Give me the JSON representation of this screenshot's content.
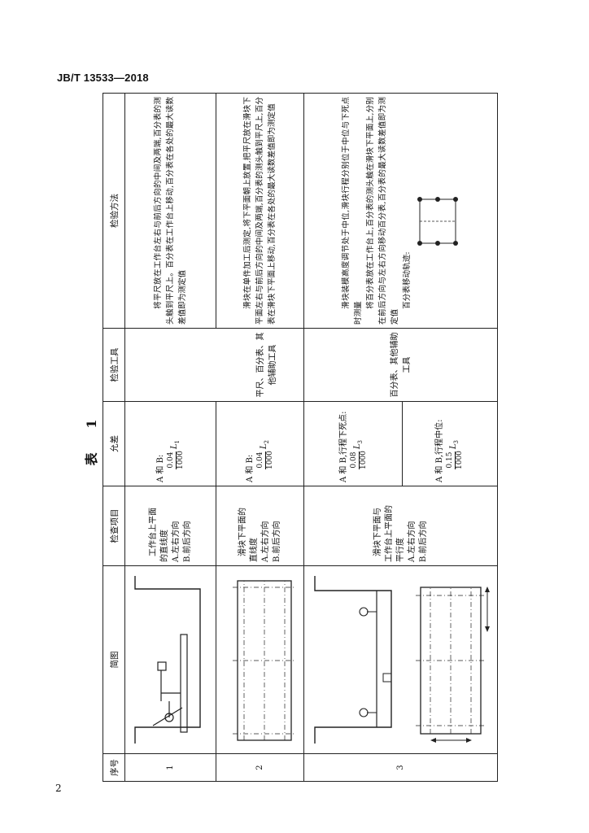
{
  "header": {
    "doc_id": "JB/T 13533—2018"
  },
  "page_number": "2",
  "table": {
    "title": "表  1",
    "columns": [
      "序号",
      "简图",
      "检查项目",
      "允差",
      "检验工具",
      "检验方法"
    ],
    "rows": [
      {
        "no": "1",
        "item": [
          "工作台上平面",
          "的直线度",
          "A.左右方向",
          "B.前后方向"
        ],
        "tolerance": {
          "lead": "A 和 B:",
          "num": "0.04",
          "den": "1000",
          "L": "L",
          "sub": "1"
        },
        "tools": "平尺、百分表、其他辅助工具",
        "method": [
          "将平尺放在工作台左右与前后方向的中间及两端,百分表的测头触到平尺上。百分表在工作台上移动,百分表在各处的最大读数差值即为测定值"
        ]
      },
      {
        "no": "2",
        "item": [
          "滑块下平面的",
          "直线度",
          "A.左右方向",
          "B.前后方向"
        ],
        "tolerance": {
          "lead": "A 和 B:",
          "num": "0.04",
          "den": "1000",
          "L": "L",
          "sub": "2"
        },
        "method": [
          "滑块在单件加工后测定,将下平面朝上放置,把平尺放在滑块下平面左右与前后方向的中间及两端,百分表的测头触到平尺上,百分表在滑块下平面上移动,百分表在各处的最大读数差值即为测定值"
        ]
      },
      {
        "no": "3",
        "item": [
          "滑块下平面与",
          "工作台上平面的",
          "平行度",
          "A.左右方向",
          "B.前后方向"
        ],
        "tolerance_a": {
          "lead": "A 和 B,行程下死点:",
          "num": "0.08",
          "den": "1000",
          "L": "L",
          "sub": "3"
        },
        "tolerance_b": {
          "lead": "A 和 B,行程中位:",
          "num": "0.15",
          "den": "1000",
          "L": "L",
          "sub": "3"
        },
        "tools": "百分表、其他辅助工具",
        "method": [
          "滑块装模高度调节处于中位,滑块行程分别位于中位与下死点时测量",
          "将百分表放在工作台上,百分表的测头触在滑块下平面上,分别在前后方向与左右方向移动百分表,百分表的最大读数差值即为测定值",
          "百分表移动轨迹:"
        ]
      }
    ]
  }
}
